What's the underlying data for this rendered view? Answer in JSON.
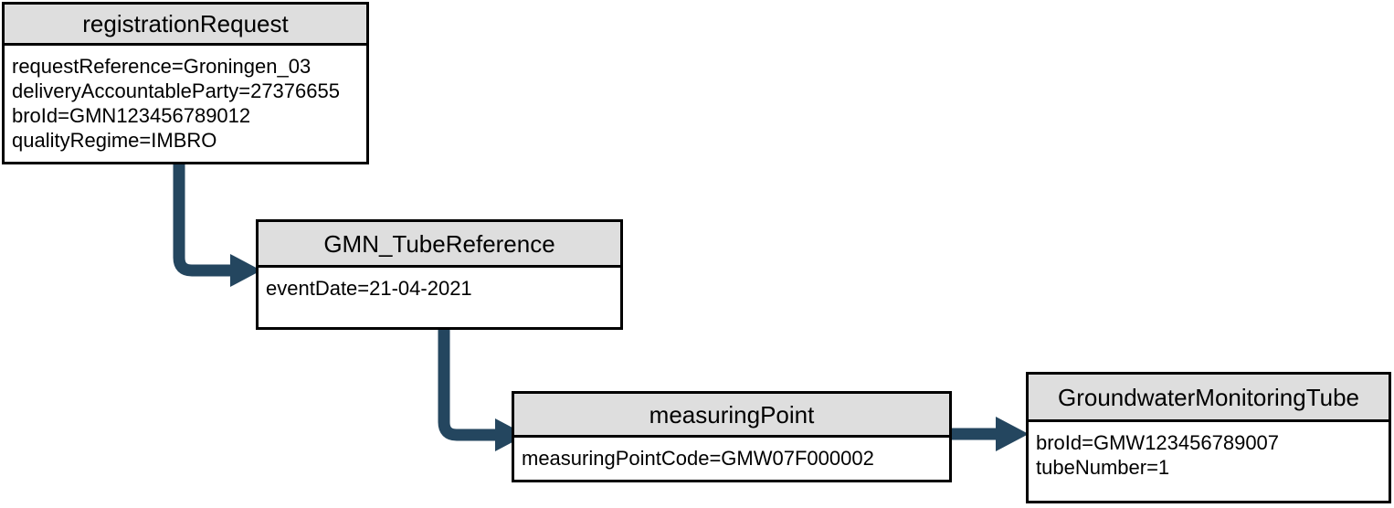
{
  "diagram": {
    "type": "uml-object-diagram",
    "colors": {
      "box_border": "#000000",
      "header_fill": "#dedede",
      "body_fill": "#ffffff",
      "connector": "#24465f",
      "text": "#000000"
    },
    "nodes": [
      {
        "id": "registrationRequest",
        "title": "registrationRequest",
        "attributes": [
          "requestReference=Groningen_03",
          "deliveryAccountableParty=27376655",
          "broId=GMN123456789012",
          "qualityRegime=IMBRO"
        ]
      },
      {
        "id": "GMN_TubeReference",
        "title": "GMN_TubeReference",
        "attributes": [
          "eventDate=21-04-2021"
        ]
      },
      {
        "id": "measuringPoint",
        "title": "measuringPoint",
        "attributes": [
          "measuringPointCode=GMW07F000002"
        ]
      },
      {
        "id": "GroundwaterMonitoringTube",
        "title": "GroundwaterMonitoringTube",
        "attributes": [
          "broId=GMW123456789007",
          "tubeNumber=1"
        ]
      }
    ],
    "connectors": [
      {
        "id": "req-to-tuberef",
        "from": "registrationRequest",
        "to": "GMN_TubeReference",
        "style": "elbow-down-right-arrow"
      },
      {
        "id": "tuberef-to-mp",
        "from": "GMN_TubeReference",
        "to": "measuringPoint",
        "style": "elbow-down-right-arrow"
      },
      {
        "id": "mp-to-gmt",
        "from": "measuringPoint",
        "to": "GroundwaterMonitoringTube",
        "style": "straight-right-arrow"
      }
    ]
  }
}
